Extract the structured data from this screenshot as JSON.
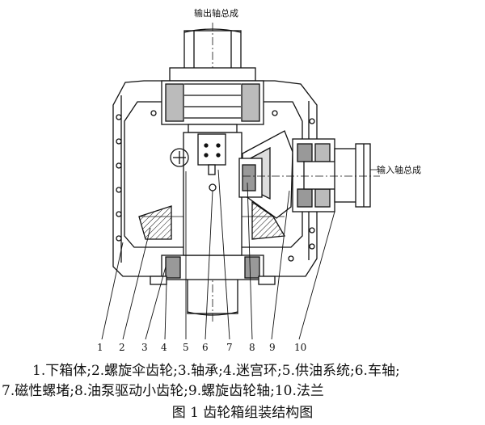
{
  "drawing": {
    "output_shaft_label": "输出轴总成",
    "input_shaft_label": "输入轴总成",
    "callouts": [
      "1",
      "2",
      "3",
      "4",
      "5",
      "6",
      "7",
      "8",
      "9",
      "10"
    ]
  },
  "legend": {
    "line1": "1.下箱体;2.螺旋伞齿轮;3.轴承;4.迷宫环;5.供油系统;6.车轴;",
    "line2": "7.磁性螺堵;8.油泵驱动小齿轮;9.螺旋齿轮轴;10.法兰"
  },
  "caption": "图 1  齿轮箱组装结构图"
}
